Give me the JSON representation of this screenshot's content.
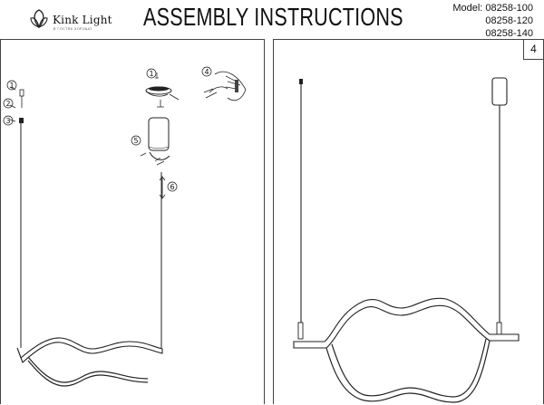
{
  "header": {
    "brand": "Kink Light",
    "tagline": "В ГОСТЯХ ХОРОШО",
    "title": "ASSEMBLY INSTRUCTIONS",
    "models": [
      "Model: 08258-100",
      "08258-120",
      "08258-140"
    ]
  },
  "left_panel": {
    "step_labels": [
      "1",
      "2",
      "3",
      "1",
      "4",
      "5",
      "6"
    ]
  },
  "right_panel": {
    "step_number": "4"
  }
}
